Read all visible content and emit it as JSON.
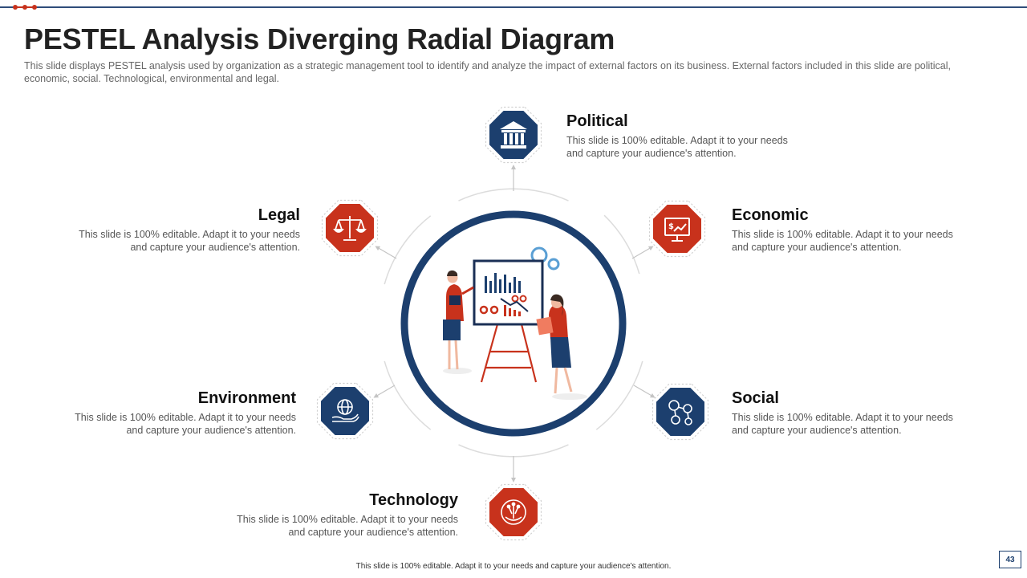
{
  "slide": {
    "title": "PESTEL Analysis Diverging Radial Diagram",
    "subtitle": "This slide displays PESTEL analysis used by organization as a strategic management tool to identify and analyze the impact of  external factors on its business. External factors included in this slide are political, economic, social. Technological,  environmental  and legal.",
    "footer": "This slide is 100% editable. Adapt it to your needs and capture your audience's attention.",
    "page_number": "43"
  },
  "factors": {
    "political": {
      "title": "Political",
      "desc": "This slide is 100% editable. Adapt it to your needs and capture your audience's attention.",
      "icon": "bank-building-icon"
    },
    "economic": {
      "title": "Economic",
      "desc": "This slide is 100% editable. Adapt it to your needs and capture your audience's attention.",
      "icon": "monitor-chart-dollar-icon"
    },
    "social": {
      "title": "Social",
      "desc": "This slide is 100% editable. Adapt it to your needs and capture your audience's attention.",
      "icon": "people-network-icon"
    },
    "technology": {
      "title": "Technology",
      "desc": "This slide is 100% editable. Adapt it to your needs and capture your audience's attention.",
      "icon": "circuit-hand-icon"
    },
    "environment": {
      "title": "Environment",
      "desc": "This slide is 100% editable. Adapt it to your needs and capture your audience's attention.",
      "icon": "globe-in-hand-icon"
    },
    "legal": {
      "title": "Legal",
      "desc": "This slide is 100% editable. Adapt it to your needs and capture your audience's attention.",
      "icon": "scales-of-justice-icon"
    }
  },
  "colors": {
    "navy": "#1c3f6e",
    "red": "#c8321c",
    "gray_line": "#d6d6d6"
  }
}
